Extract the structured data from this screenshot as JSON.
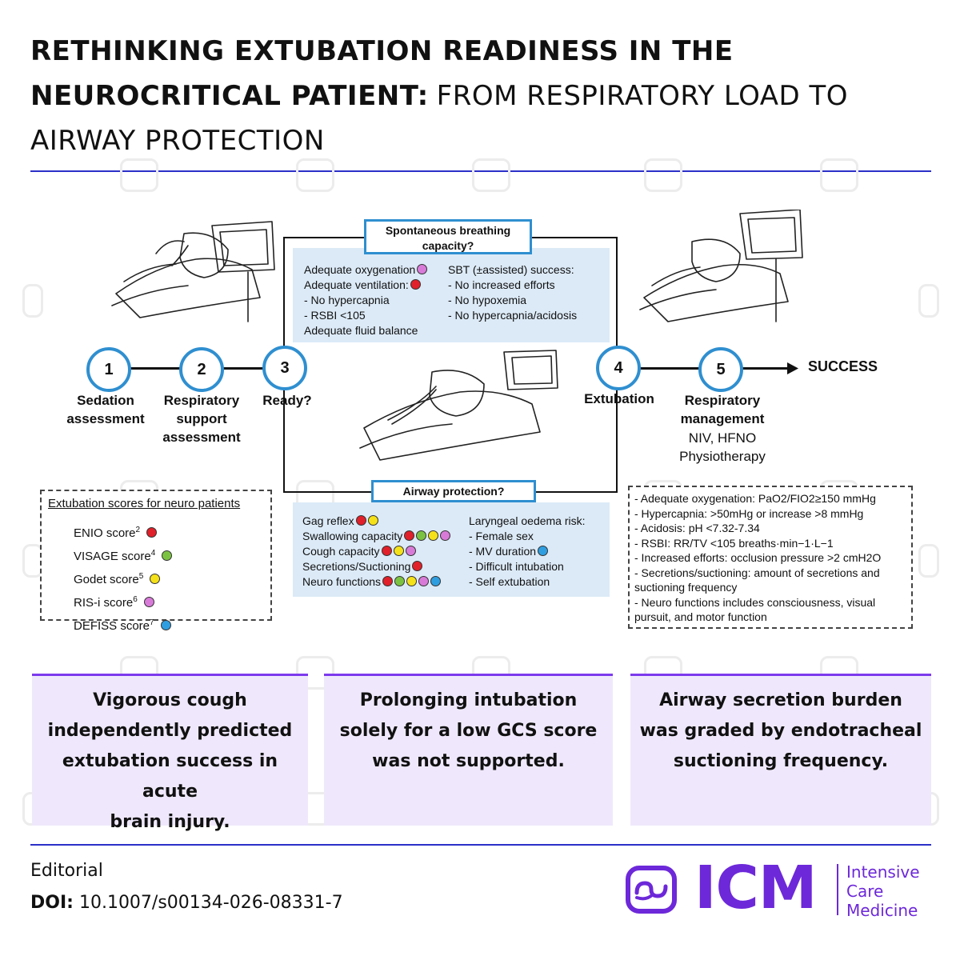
{
  "title": {
    "bold": "RETHINKING EXTUBATION READINESS IN THE NEUROCRITICAL PATIENT:",
    "rest": "FROM RESPIRATORY LOAD TO AIRWAY PROTECTION"
  },
  "flow": {
    "steps": [
      {
        "num": "1",
        "label": "Sedation assessment"
      },
      {
        "num": "2",
        "label": "Respiratory support assessment"
      },
      {
        "num": "3",
        "label": "Ready?"
      },
      {
        "num": "4",
        "label": "Extubation"
      },
      {
        "num": "5",
        "label": "Respiratory management",
        "sub1": "NIV, HFNO",
        "sub2": "Physiotherapy"
      }
    ],
    "outcome": "SUCCESS"
  },
  "colors": {
    "red": "#e0202a",
    "green": "#7cc242",
    "yellow": "#f5e11a",
    "purple": "#d87bd8",
    "blue": "#2f9ee0",
    "brand": "#6d28d9",
    "accent": "#2f8fd0"
  },
  "breathing": {
    "header": "Spontaneous breathing capacity?",
    "left": [
      {
        "text": "Adequate oxygenation",
        "dots": [
          "purple"
        ]
      },
      {
        "text": "Adequate ventilation:",
        "dots": [
          "red"
        ]
      },
      {
        "text": "-      No hypercapnia",
        "dots": []
      },
      {
        "text": "-      RSBI <105",
        "dots": []
      },
      {
        "text": "Adequate fluid balance",
        "dots": []
      }
    ],
    "right": [
      "SBT (±assisted) success:",
      "-      No increased efforts",
      "-      No hypoxemia",
      "-      No hypercapnia/acidosis"
    ]
  },
  "airway": {
    "header": "Airway protection?",
    "left": [
      {
        "text": "Gag reflex",
        "dots": [
          "red",
          "yellow"
        ]
      },
      {
        "text": "Swallowing capacity",
        "dots": [
          "red",
          "green",
          "yellow",
          "purple"
        ]
      },
      {
        "text": "Cough capacity",
        "dots": [
          "red",
          "yellow",
          "purple"
        ]
      },
      {
        "text": "Secretions/Suctioning",
        "dots": [
          "red"
        ]
      },
      {
        "text": "Neuro functions",
        "dots": [
          "red",
          "green",
          "yellow",
          "purple",
          "blue"
        ]
      }
    ],
    "right": [
      {
        "text": "Laryngeal oedema risk:",
        "dots": []
      },
      {
        "text": "-      Female sex",
        "dots": []
      },
      {
        "text": "-      MV duration",
        "dots": [
          "blue"
        ]
      },
      {
        "text": "-      Difficult intubation",
        "dots": []
      },
      {
        "text": "-      Self extubation",
        "dots": []
      }
    ]
  },
  "scores": {
    "header": "Extubation scores for neuro patients",
    "items": [
      {
        "name": "ENIO score",
        "ref": "2",
        "dot": "red"
      },
      {
        "name": "VISAGE score",
        "ref": "4",
        "dot": "green"
      },
      {
        "name": "Godet score",
        "ref": "5",
        "dot": "yellow"
      },
      {
        "name": "RIS-i score",
        "ref": "6",
        "dot": "purple"
      },
      {
        "name": "DEFISS score",
        "ref": "7",
        "dot": "blue"
      }
    ]
  },
  "notes": [
    "- Adequate oxygenation: PaO2/FIO2≥150 mmHg",
    "- Hypercapnia: >50mHg or increase >8 mmHg",
    "- Acidosis: pH <7.32-7.34",
    "- RSBI: RR/TV <105 breaths·min−1·L−1",
    "- Increased efforts:  occlusion pressure >2 cmH2O",
    "- Secretions/suctioning: amount of secretions and",
    "suctioning frequency",
    "- Neuro functions includes consciousness, visual",
    "pursuit, and motor function"
  ],
  "cards": [
    [
      "Vigorous cough",
      "independently predicted",
      "extubation success in acute",
      "brain injury."
    ],
    [
      "Prolonging intubation",
      "solely for a low GCS score",
      "was not supported."
    ],
    [
      "Airway secretion burden",
      "was graded by endotracheal",
      "suctioning frequency."
    ]
  ],
  "footer": {
    "type": "Editorial",
    "doi_label": "DOI:",
    "doi": "10.1007/s00134-026-08331-7",
    "logo_text": "ICM",
    "logo_sub": [
      "Intensive",
      "Care",
      "Medicine"
    ]
  }
}
